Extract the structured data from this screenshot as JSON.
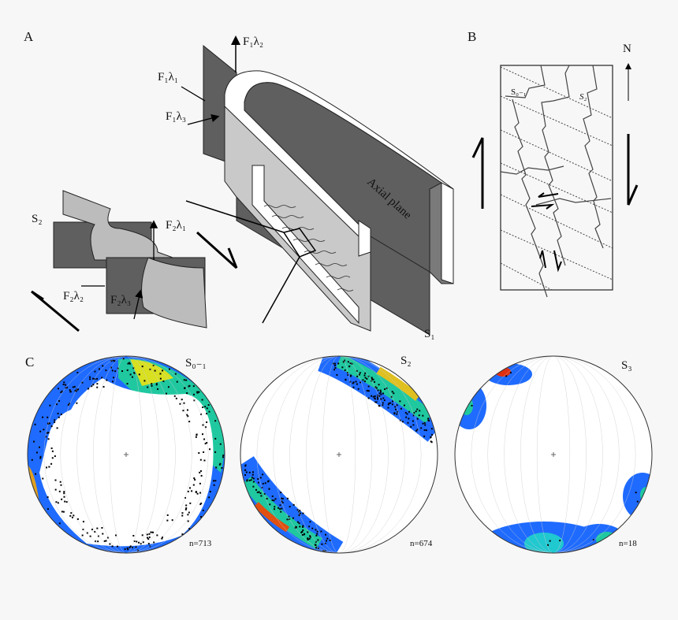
{
  "panels": {
    "a": "A",
    "b": "B",
    "c": "C"
  },
  "panel_a": {
    "f1l2": "F₁λ₂",
    "f1l1": "F₁λ₁",
    "f1l3": "F₁λ₃",
    "axial_plane": "Axial plane",
    "s1": "S₁",
    "s2": "S₂",
    "f2l1": "F₂λ₁",
    "f2l2": "F₂λ₂",
    "f2l3": "F₂λ₃"
  },
  "panel_b": {
    "north": "N",
    "s01": "S₀₋₁",
    "s2": "S₂"
  },
  "stereonets": [
    {
      "title": "S₀₋₁",
      "n": "n=713"
    },
    {
      "title": "S₂",
      "n": "n=674"
    },
    {
      "title": "S₃",
      "n": "n=18"
    }
  ],
  "colors": {
    "dark_plane": "#5f5f5f",
    "light_fold": "#c9c9c9",
    "contour_low": "#1f6bff",
    "contour_mid": "#20c8d0",
    "contour_high": "#f0e020",
    "contour_max": "#e03010"
  }
}
